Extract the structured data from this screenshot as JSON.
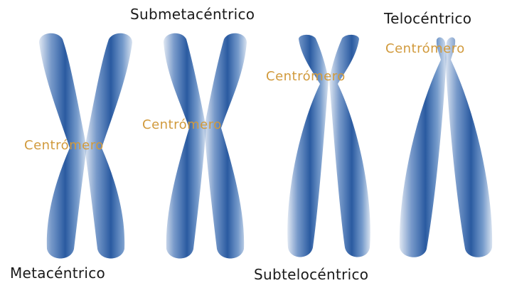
{
  "colors": {
    "chromosome": "#3a6fb4",
    "chromosome_dark": "#2a5aa0",
    "centromere_label": "#d19a3c",
    "type_label": "#1a1a1a"
  },
  "chromosomes": [
    {
      "type_label": "Metacéntrico",
      "centromere_label": "Centrómero"
    },
    {
      "type_label": "Submetacéntrico",
      "centromere_label": "Centrómero"
    },
    {
      "type_label": "Subtelocéntrico",
      "centromere_label": "Centrómero"
    },
    {
      "type_label": "Telocéntrico",
      "centromere_label": "Centrómero"
    }
  ]
}
